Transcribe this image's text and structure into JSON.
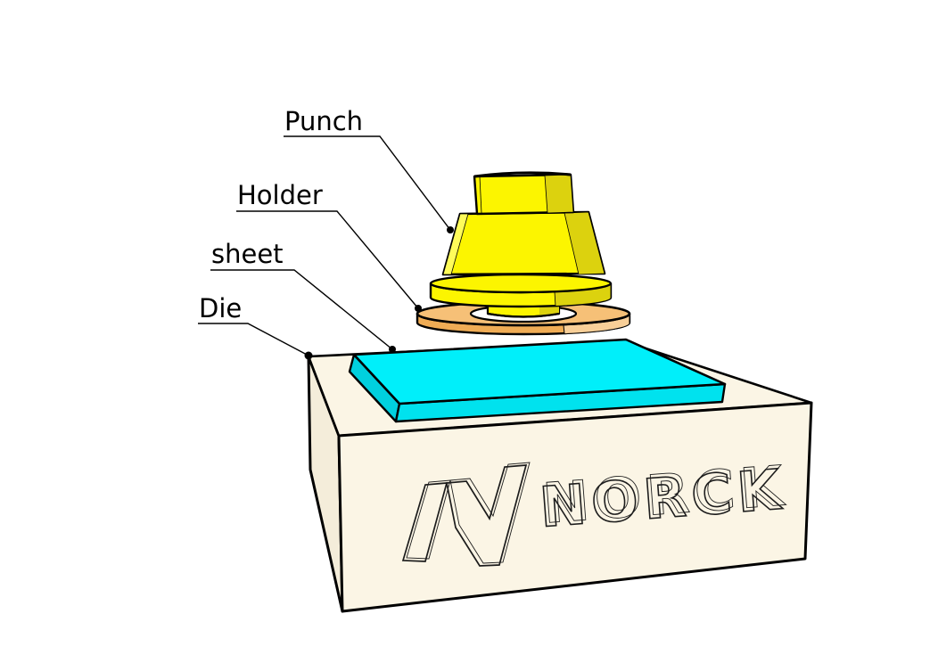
{
  "annotations": {
    "punch": {
      "label": "Punch"
    },
    "holder": {
      "label": "Holder"
    },
    "sheet": {
      "label": "sheet"
    },
    "die": {
      "label": "Die"
    }
  },
  "logo": {
    "text": "NORCK"
  },
  "colors": {
    "punch_yellow": "#FCF500",
    "punch_yellow_shade": "#DCD20E",
    "punch_yellow_light": "#FFFC5A",
    "holder_orange_top": "#F6C077",
    "holder_orange_side": "#EFAC55",
    "holder_orange_light": "#F8CF98",
    "sheet_cyan_top": "#00EFFA",
    "sheet_cyan_front": "#00E2EE",
    "sheet_cyan_side": "#00D0DE",
    "die_cream": "#FBF5E5",
    "die_cream_side": "#F4EDDA",
    "outline": "#000000"
  }
}
